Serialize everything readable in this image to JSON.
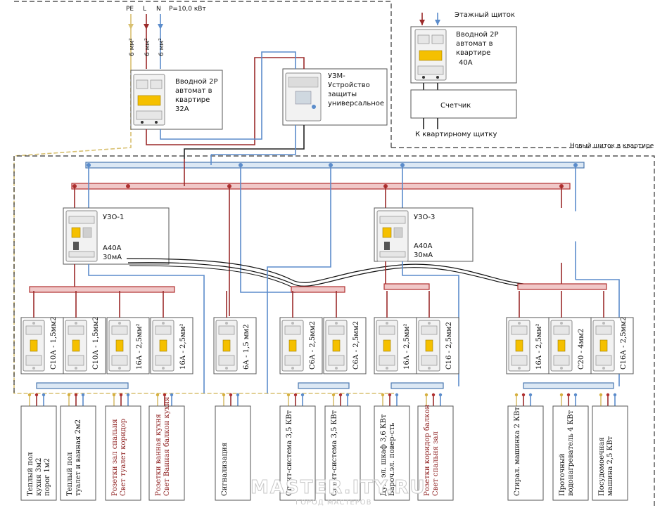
{
  "supply": {
    "pe": "PE",
    "l": "L",
    "n": "N",
    "power": "P=10,0 кВт",
    "wire_pe": "6 мм²",
    "wire_l": "6 мм²",
    "wire_n": "6 мм²"
  },
  "main_breaker": {
    "line1": "Вводной 2Р",
    "line2": "автомат в",
    "line3": "квартире",
    "line4": "32А"
  },
  "uzm": {
    "line1": "УЗМ-",
    "line2": "Устройство",
    "line3": "защиты",
    "line4": "универсальное"
  },
  "floor_panel": {
    "title": "Этажный щиток",
    "line1": "Вводной 2Р",
    "line2": "автомат в",
    "line3": "квартире",
    "line4": "40А",
    "meter": "Счетчик",
    "to_apartment": "К квартирному щитку"
  },
  "new_panel": "Новый щиток в квартире",
  "rcd1": {
    "name": "УЗО-1",
    "rating": "А40А",
    "leak": "30мА"
  },
  "rcd3": {
    "name": "УЗО-3",
    "rating": "А40А",
    "leak": "30мА"
  },
  "breakers": [
    {
      "label": "С10А - 1,5мм2"
    },
    {
      "label": "С10А - 1,5мм2"
    },
    {
      "label": "16А - 2,5мм²"
    },
    {
      "label": "16А - 2,5мм²"
    },
    {
      "label": "6А - 1,5 мм2"
    },
    {
      "label": "С6А - 2,5мм2"
    },
    {
      "label": "С6А - 2,5мм2"
    },
    {
      "label": "16А - 2,5мм²"
    },
    {
      "label": "С16 - 2,5мм2"
    },
    {
      "label": "16А - 2,5мм²"
    },
    {
      "label": "С20 - 4мм2"
    },
    {
      "label": "С16А - 2,5мм2"
    }
  ],
  "loads": [
    {
      "line1": "Теплый пол",
      "line2": "кухня 3м2",
      "line3": "порог 1м2",
      "color": "black"
    },
    {
      "line1": "Теплый пол",
      "line2": "туалет и ванная 2м2",
      "line3": "",
      "color": "black"
    },
    {
      "line1": "Розетки зал спальня",
      "line2": "Свет туалет коридор",
      "line3": "",
      "color": "red"
    },
    {
      "line1": "Розетки ванная кухня",
      "line2": "Свет Ванная балкон кухня",
      "line3": "",
      "color": "red"
    },
    {
      "line1": "Сигнализация",
      "line2": "",
      "line3": "",
      "color": "black"
    },
    {
      "line1": "Сплит-система 3,5 КВт",
      "line2": "",
      "line3": "",
      "color": "black"
    },
    {
      "line1": "Сплит-система 3,5 КВт",
      "line2": "",
      "line3": "",
      "color": "black"
    },
    {
      "line1": "Дух. эл. шкаф 3,6 КВт",
      "line2": "Вароч.эл. повер-сть",
      "line3": "",
      "color": "black"
    },
    {
      "line1": "Розетки коридор балкон",
      "line2": "Свет спальня зал",
      "line3": "",
      "color": "red"
    },
    {
      "line1": "Стирал. машинка 2 КВт",
      "line2": "",
      "line3": "",
      "color": "black"
    },
    {
      "line1": "Проточный",
      "line2": "водонагреватель 4 КВт",
      "line3": "",
      "color": "black"
    },
    {
      "line1": "Посудомоечная",
      "line2": "машина 2,5 КВт",
      "line3": "",
      "color": "black"
    }
  ],
  "watermark": {
    "main": "MASTER.ITY.RU",
    "sub": "ГОРОД МАСТЕРОВ"
  }
}
